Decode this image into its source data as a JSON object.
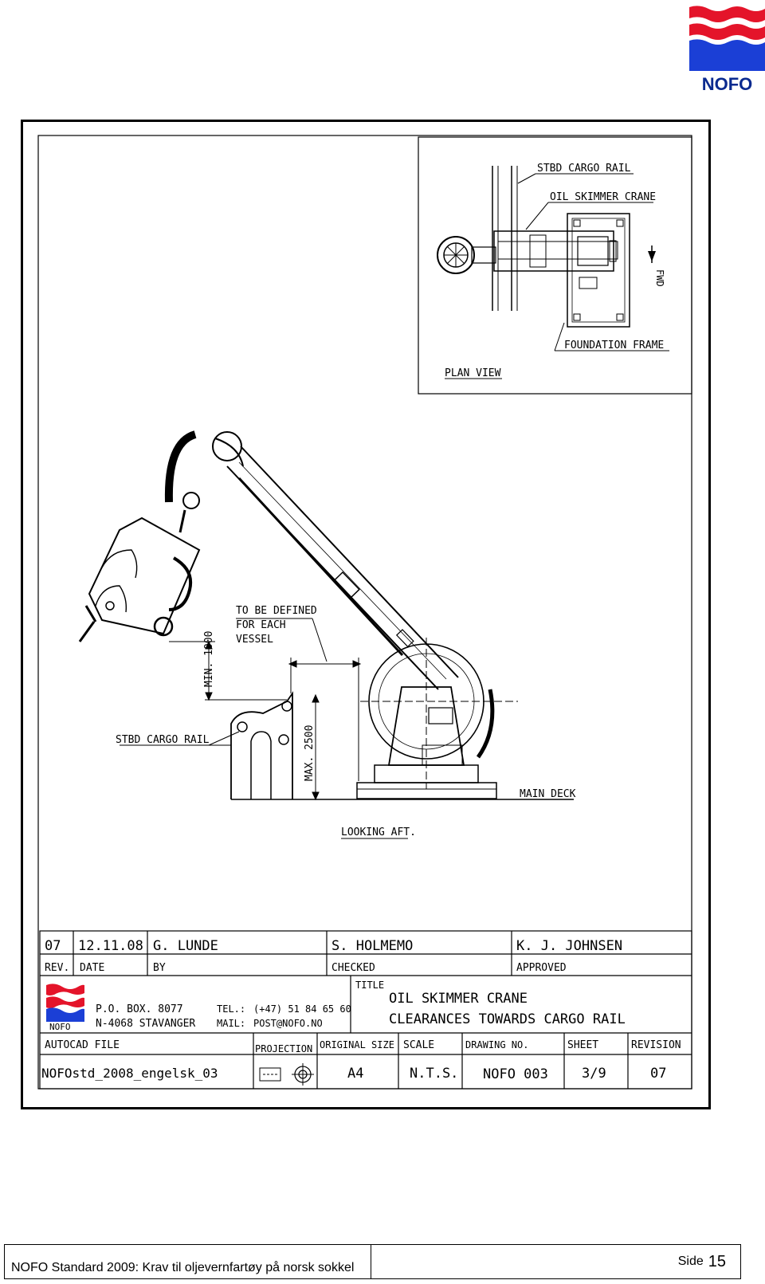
{
  "brand": {
    "name": "NOFO"
  },
  "plan_view": {
    "callouts": [
      "STBD CARGO RAIL",
      "OIL SKIMMER CRANE",
      "FOUNDATION FRAME"
    ],
    "direction": "FWD",
    "caption": "PLAN VIEW"
  },
  "elevation": {
    "note_lines": [
      "TO BE DEFINED",
      "FOR EACH",
      "VESSEL"
    ],
    "dim_min": "MIN. 1000",
    "dim_max": "MAX. 2500",
    "rail_label": "STBD CARGO RAIL",
    "deck_label": "MAIN DECK",
    "caption": "LOOKING AFT."
  },
  "title_block": {
    "rev_row": {
      "rev": "07",
      "date": "12.11.08",
      "by": "G. LUNDE",
      "checked": "S. HOLMEMO",
      "approved": "K. J. JOHNSEN"
    },
    "headers": {
      "rev": "REV.",
      "date": "DATE",
      "by": "BY",
      "checked": "CHECKED",
      "approved": "APPROVED"
    },
    "company": {
      "logo_text": "NOFO",
      "po_box": "P.O. BOX. 8077",
      "city": "N-4068 STAVANGER",
      "tel_label": "TEL.:",
      "tel": "(+47) 51 84 65 60",
      "mail_label": "MAIL:",
      "mail": "POST@NOFO.NO"
    },
    "title_label": "TITLE",
    "title_lines": [
      "OIL SKIMMER CRANE",
      "CLEARANCES TOWARDS CARGO RAIL"
    ],
    "field_headers": {
      "autocad": "AUTOCAD FILE",
      "projection": "PROJECTION",
      "original_size": "ORIGINAL SIZE",
      "scale": "SCALE",
      "drawing_no": "DRAWING NO.",
      "sheet": "SHEET",
      "revision": "REVISION"
    },
    "field_values": {
      "autocad": "NOFOstd_2008_engelsk_03",
      "original_size": "A4",
      "scale": "N.T.S.",
      "drawing_no": "NOFO 003",
      "sheet": "3/9",
      "revision": "07"
    }
  },
  "footer": {
    "left": "NOFO Standard 2009: Krav til oljevernfartøy på norsk sokkel",
    "side_label": "Side",
    "page": "15"
  },
  "colors": {
    "logo_red": "#e4142a",
    "logo_blue": "#1b3fd6"
  }
}
